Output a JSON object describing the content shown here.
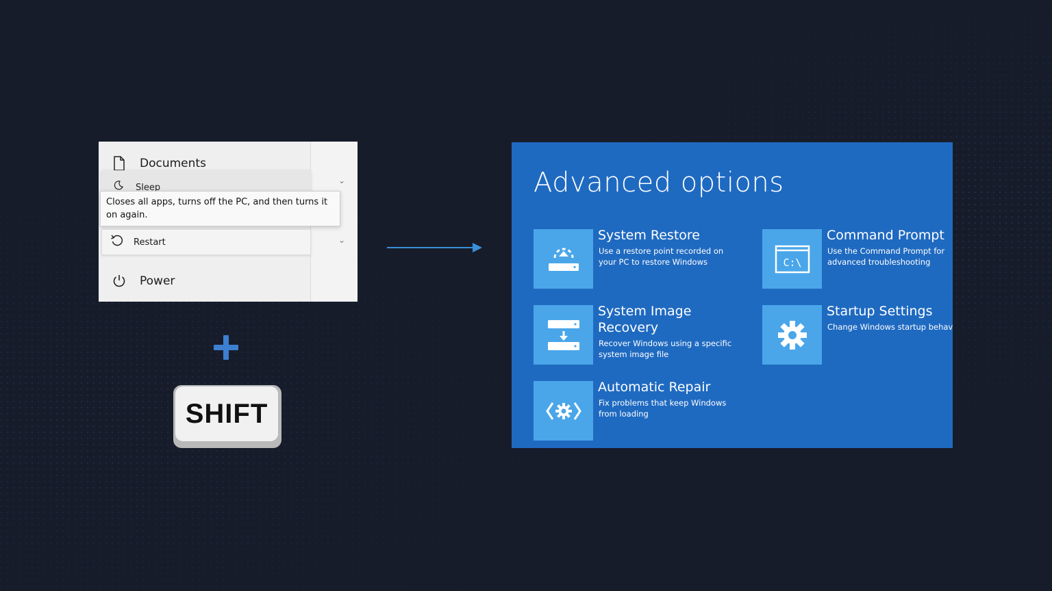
{
  "start_menu": {
    "documents_label": "Documents",
    "sleep_label": "Sleep",
    "tooltip_text": "Closes all apps, turns off the PC, and then turns it on again.",
    "restart_label": "Restart",
    "power_label": "Power"
  },
  "shortcut": {
    "key_label": "SHIFT"
  },
  "advanced_options": {
    "title": "Advanced options",
    "options": [
      {
        "name": "System Restore",
        "description": "Use a restore point recorded on your PC to restore Windows",
        "icon": "system-restore-icon"
      },
      {
        "name": "Command Prompt",
        "description": "Use the Command Prompt for advanced troubleshooting",
        "icon": "command-prompt-icon",
        "icon_text": "C:\\"
      },
      {
        "name": "System Image Recovery",
        "description": "Recover Windows using a specific system image file",
        "icon": "system-image-recovery-icon"
      },
      {
        "name": "Startup Settings",
        "description": "Change Windows startup behavior",
        "icon": "gear-icon"
      },
      {
        "name": "Automatic Repair",
        "description": "Fix problems that keep Windows from loading",
        "icon": "automatic-repair-icon"
      }
    ]
  },
  "colors": {
    "background": "#171c2b",
    "panel_blue": "#1f6ac1",
    "tile_blue": "#4aa6e9",
    "arrow_blue": "#3a8fd8",
    "plus_blue": "#3d7fd0"
  }
}
